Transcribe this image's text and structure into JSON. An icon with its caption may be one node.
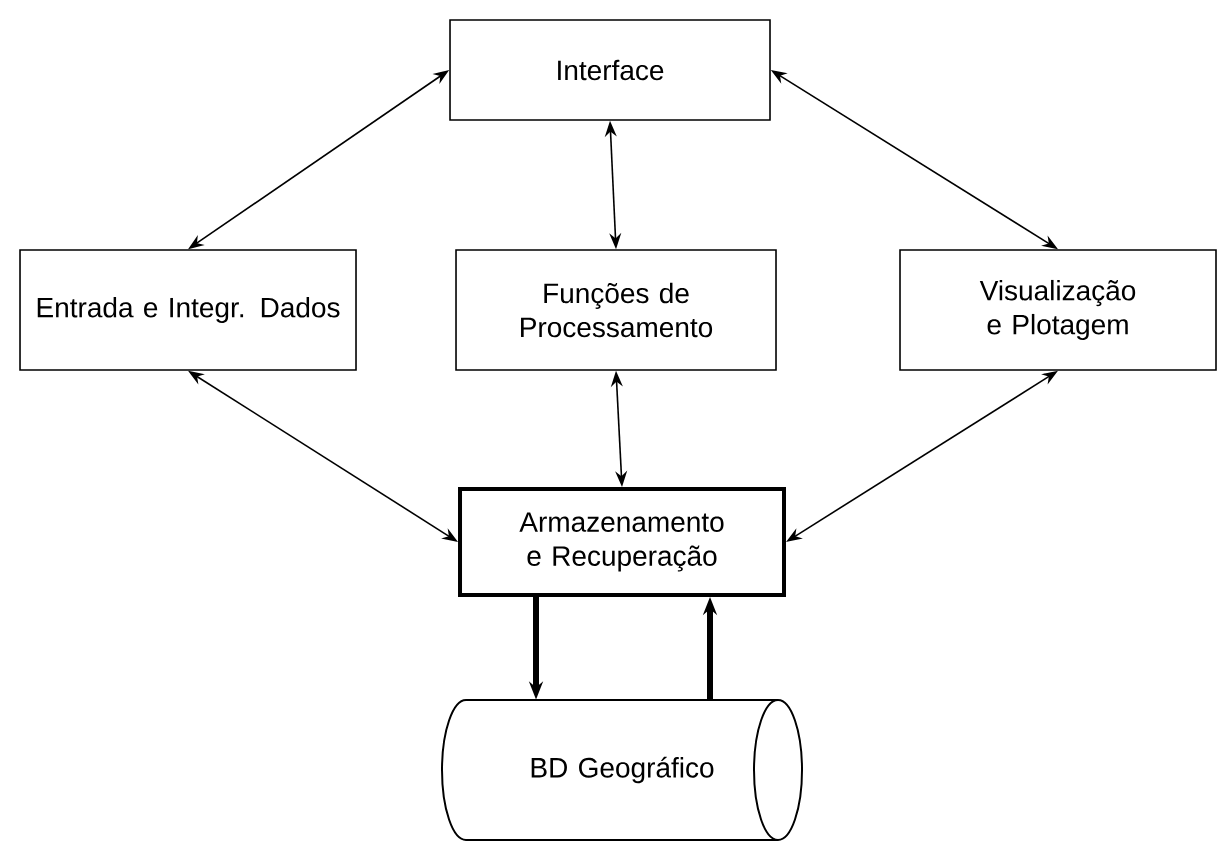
{
  "diagram": {
    "nodes": [
      {
        "text": [
          "Interface"
        ]
      },
      {
        "text": [
          "Entrada e Integr. Dados"
        ]
      },
      {
        "text": [
          "Funções de Processamento"
        ]
      },
      {
        "text": [
          "Visualização e Plotagem"
        ]
      },
      {
        "text": [
          "Armazenamento e Recuperação"
        ]
      },
      {
        "text": [
          "BD Geográfico"
        ]
      }
    ],
    "edges": [
      {
        "from": 0,
        "to": 1,
        "arrow": "both"
      },
      {
        "from": 0,
        "to": 2,
        "arrow": "both"
      },
      {
        "from": 0,
        "to": 3,
        "arrow": "both"
      },
      {
        "from": 1,
        "to": 4,
        "arrow": "both"
      },
      {
        "from": 2,
        "to": 4,
        "arrow": "both"
      },
      {
        "from": 3,
        "to": 4,
        "arrow": "both"
      },
      {
        "from": 4,
        "to": 5,
        "arrow": "to",
        "style": "thick"
      },
      {
        "from": 5,
        "to": 4,
        "arrow": "to",
        "style": "thick"
      }
    ]
  }
}
